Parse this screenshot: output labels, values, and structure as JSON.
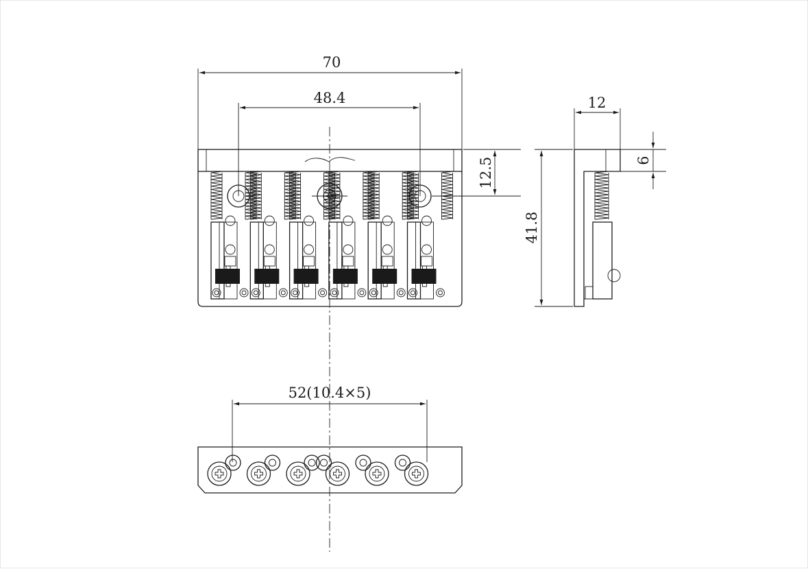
{
  "drawing": {
    "logo_text": "",
    "dimensions": {
      "total_width": "70",
      "outer_hole_spacing": "48.4",
      "string_spacing": "52(10.4×5)",
      "hole_offset": "12.5",
      "total_length": "41.8",
      "side_width": "12",
      "side_height": "6"
    },
    "saddle_count": 6,
    "colors": {
      "line": "#1a1a1a",
      "background": "#ffffff"
    }
  }
}
